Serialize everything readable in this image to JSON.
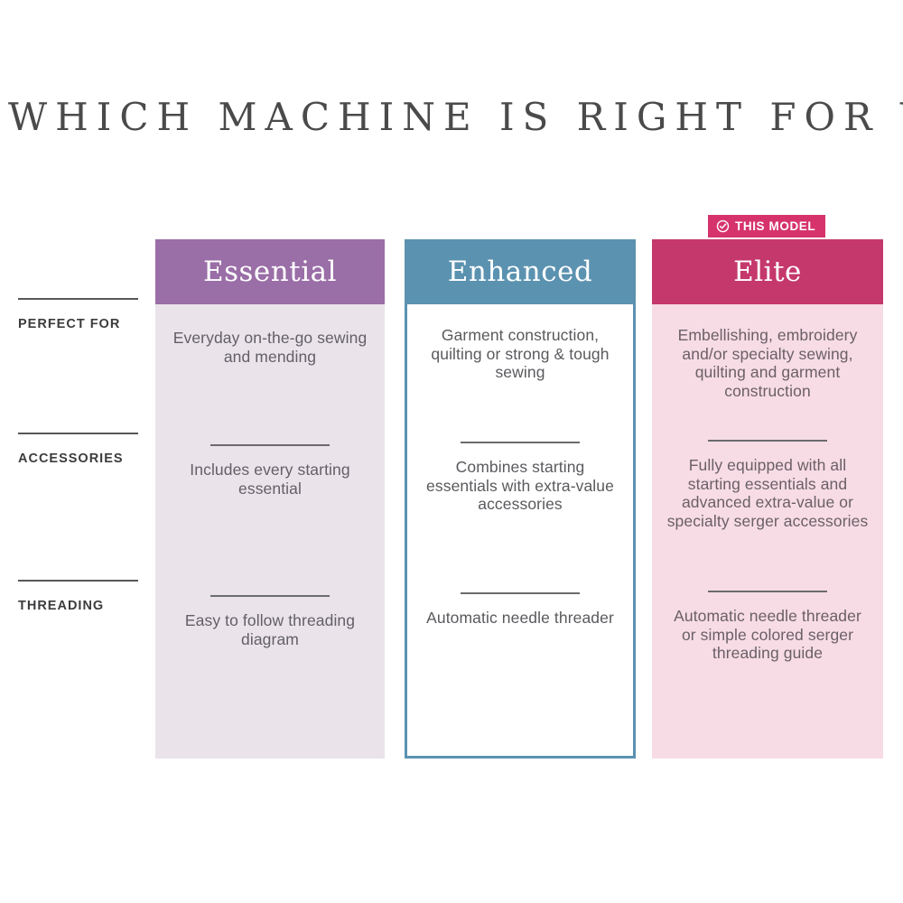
{
  "page": {
    "title": "WHICH MACHINE IS RIGHT FOR YOU?",
    "background_color": "#ffffff"
  },
  "badge": {
    "label": "THIS MODEL",
    "icon": "check-circle-icon",
    "background_color": "#d6336c",
    "text_color": "#ffffff",
    "applies_to_column": "Elite"
  },
  "row_labels": [
    {
      "label": "PERFECT FOR"
    },
    {
      "label": "ACCESSORIES"
    },
    {
      "label": "THREADING"
    }
  ],
  "columns": [
    {
      "name": "Essential",
      "header_color": "#9a6ea7",
      "body_color": "#eae3ea",
      "cells": [
        "Everyday on-the-go sewing and mending",
        "Includes every starting essential",
        "Easy to follow threading diagram"
      ]
    },
    {
      "name": "Enhanced",
      "header_color": "#5b92b0",
      "body_color": "#ffffff",
      "border_color": "#5b92b0",
      "cells": [
        "Garment construction, quilting or strong & tough sewing",
        "Combines starting essentials with extra-value accessories",
        "Automatic needle threader"
      ]
    },
    {
      "name": "Elite",
      "header_color": "#c5386b",
      "body_color": "#f7dce5",
      "cells": [
        "Embellishing, embroidery and/or specialty sewing, quilting and garment construction",
        "Fully equipped with all starting essentials and advanced extra-value or specialty serger accessories",
        "Automatic needle threader or simple colored serger threading guide"
      ]
    }
  ]
}
